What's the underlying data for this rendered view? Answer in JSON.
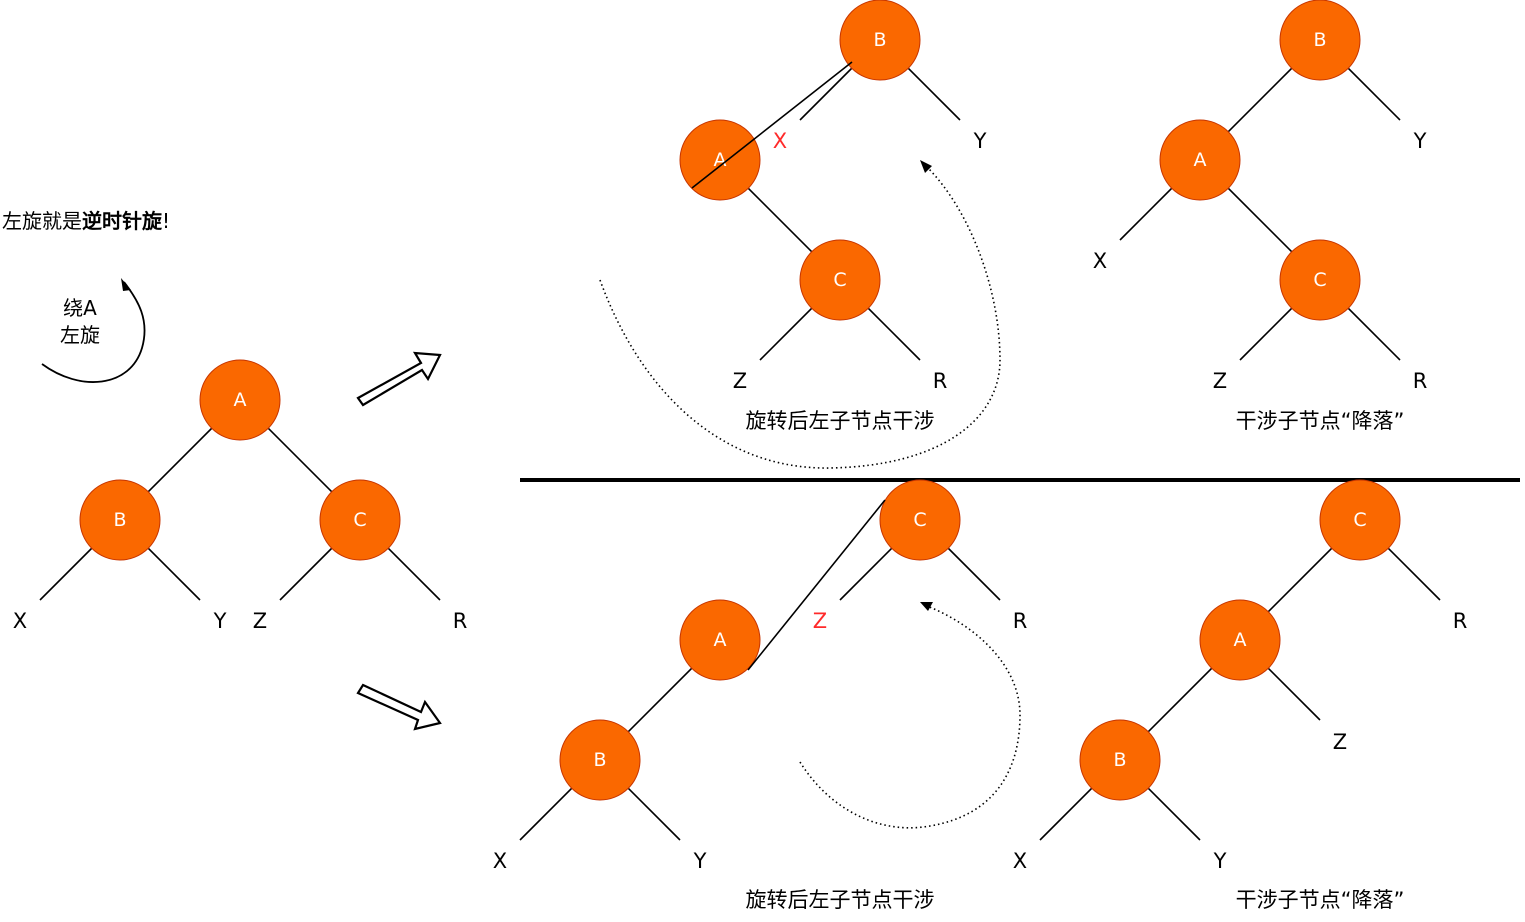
{
  "title": {
    "plain": "左旋就是",
    "bold": "逆时针旋",
    "tail": "!"
  },
  "rotation_note": {
    "line1": "绕A",
    "line2": "左旋"
  },
  "original_tree": {
    "nodes": {
      "A": "A",
      "B": "B",
      "C": "C"
    },
    "leaves": {
      "X": "X",
      "Y": "Y",
      "Z": "Z",
      "R": "R"
    }
  },
  "top_left": {
    "nodes": {
      "B": "B",
      "A": "A",
      "C": "C"
    },
    "leaves": {
      "X": "X",
      "Y": "Y",
      "Z": "Z",
      "R": "R"
    },
    "caption": "旋转后左子节点干涉"
  },
  "top_right": {
    "nodes": {
      "B": "B",
      "A": "A",
      "C": "C"
    },
    "leaves": {
      "X": "X",
      "Y": "Y",
      "Z": "Z",
      "R": "R"
    },
    "caption": "干涉子节点“降落”"
  },
  "bottom_left": {
    "nodes": {
      "C": "C",
      "A": "A",
      "B": "B"
    },
    "leaves": {
      "Z": "Z",
      "R": "R",
      "X": "X",
      "Y": "Y"
    },
    "caption": "旋转后左子节点干涉"
  },
  "bottom_right": {
    "nodes": {
      "C": "C",
      "A": "A",
      "B": "B"
    },
    "leaves": {
      "R": "R",
      "Z": "Z",
      "X": "X",
      "Y": "Y"
    },
    "caption": "干涉子节点“降落”"
  },
  "colors": {
    "node_fill": "#fa6800",
    "node_stroke": "#c73500",
    "highlight": "#ff2a2a"
  }
}
